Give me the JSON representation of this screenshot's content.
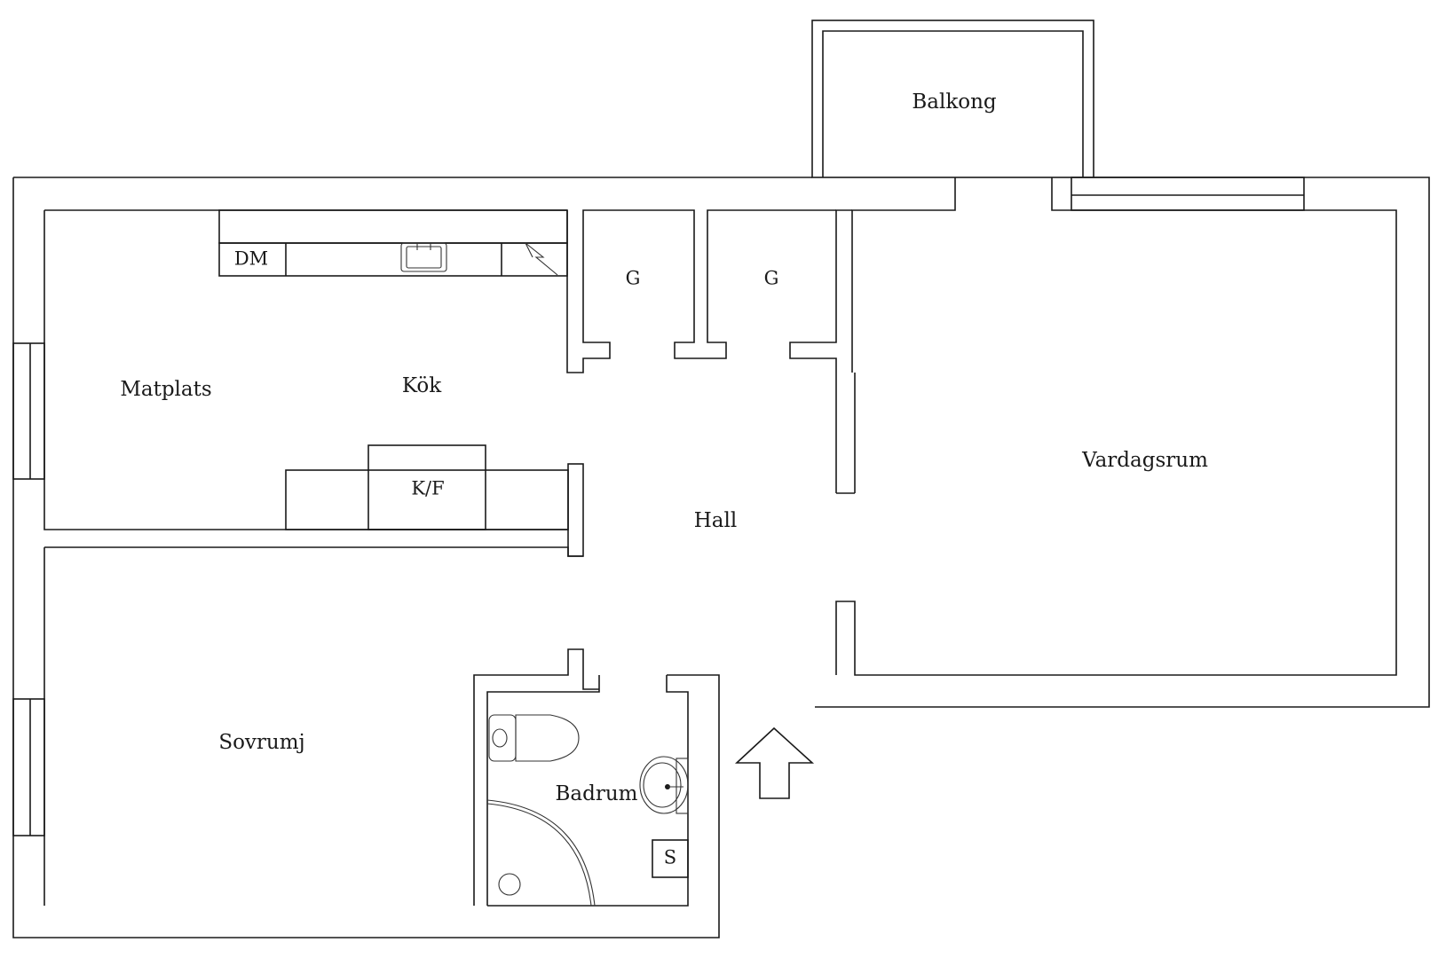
{
  "rooms": {
    "balkong": "Balkong",
    "matplats": "Matplats",
    "kok": "Kök",
    "hall": "Hall",
    "vardagsrum": "Vardagsrum",
    "sovrum": "Sovrumj",
    "badrum": "Badrum"
  },
  "fixtures": {
    "dishwasher": "DM",
    "fridge_freezer": "K/F",
    "closet_1": "G",
    "closet_2": "G",
    "storage": "S"
  },
  "colors": {
    "line": "#1a1a1a",
    "background": "#ffffff"
  }
}
